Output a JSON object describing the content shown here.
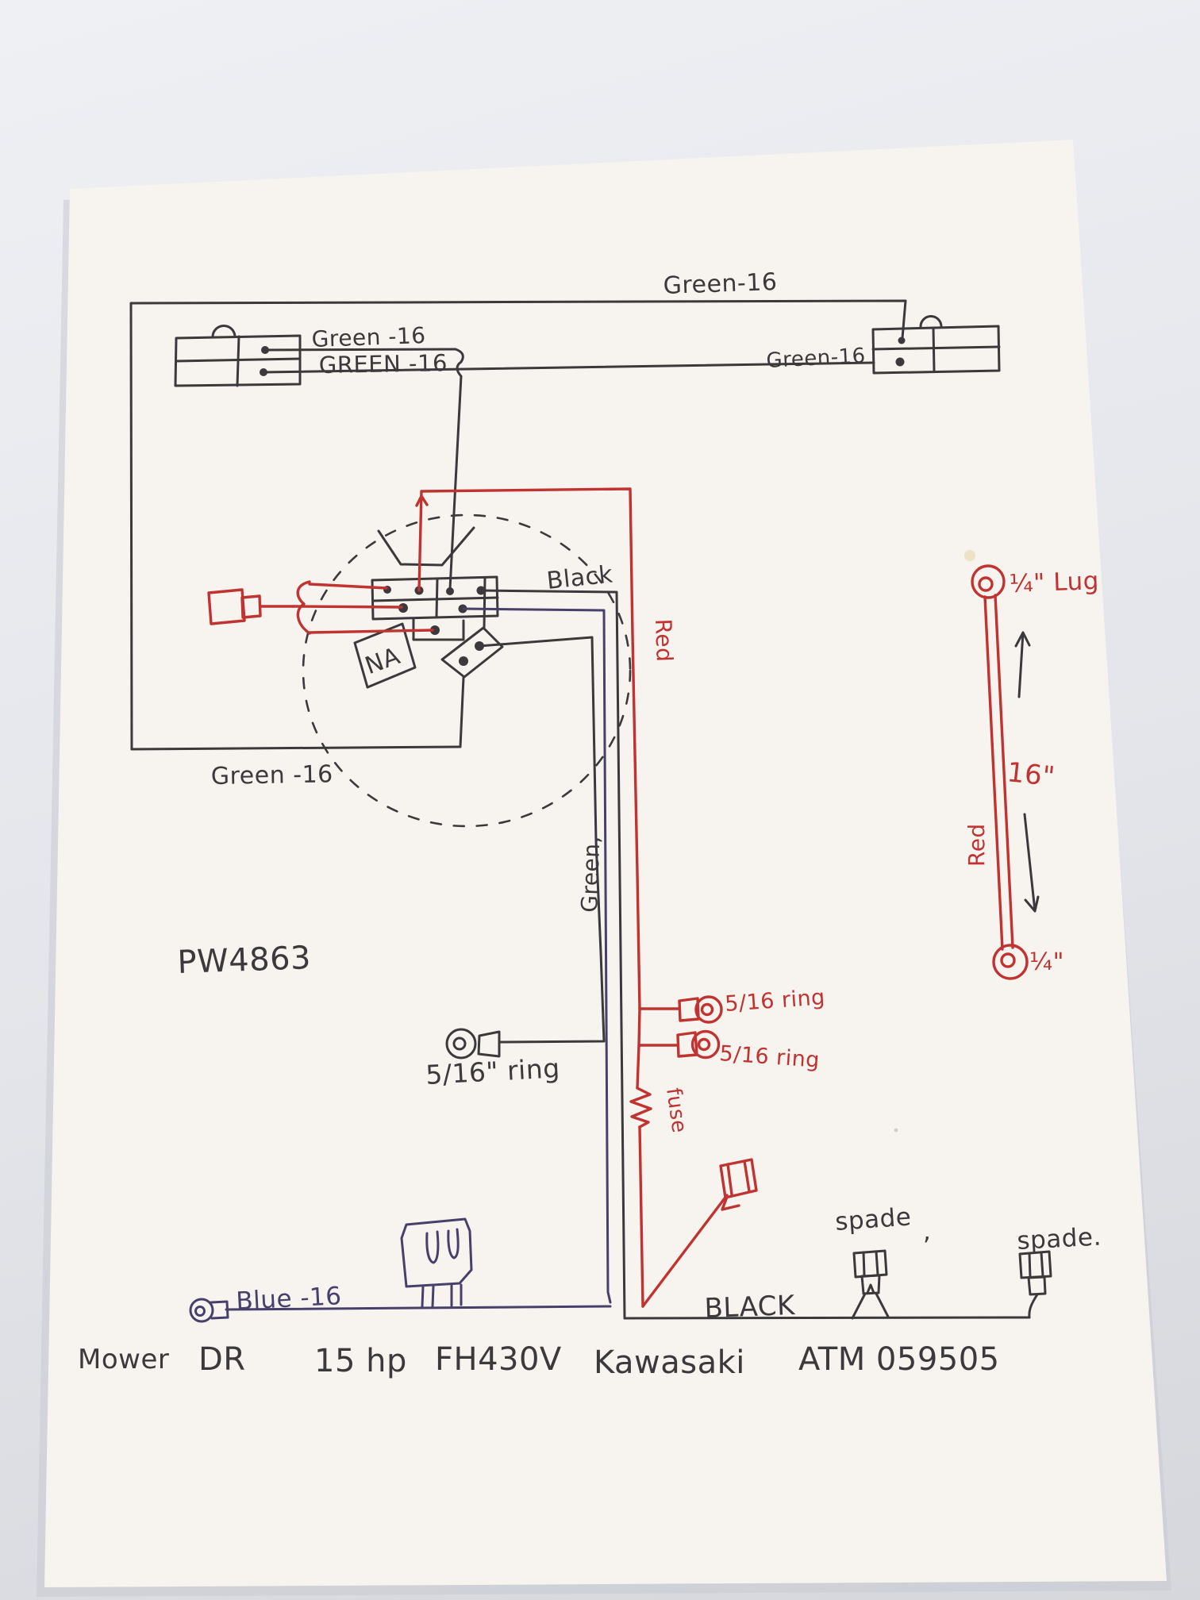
{
  "colors": {
    "bg_top": "#eef0f4",
    "bg_bottom": "#d5d7dc",
    "paper": "#f7f4ef",
    "ink_black": "#3b393b",
    "ink_red": "#c03331",
    "ink_blue": "#46406a"
  },
  "labels": {
    "wire_green_top_left": "Green -16",
    "wire_green_caps": "GREEN -16",
    "wire_green_top": "Green-16",
    "wire_green_right": "Green-16",
    "wire_green_bottom_left": "Green -16",
    "wire_black": "Black",
    "wire_red_vertical": "Red",
    "wire_green_vertical": "Green,",
    "ring_red_1": "5/16 ring",
    "ring_red_2": "5/16 ring",
    "ring_black": "5/16\" ring",
    "fuse": "fuse",
    "lug_top": "¼\" Lug",
    "cable_length": "16\"",
    "cable_color": "Red",
    "lug_bottom": "¼\"",
    "spade_left": "spade",
    "spade_left_comma": ",",
    "spade_right": "spade.",
    "wire_black_caps": "BLACK",
    "wire_blue": "Blue -16",
    "switch_na": "NA",
    "part_number": "PW4863"
  },
  "footer": {
    "items": [
      "Mower",
      "DR",
      "15 hp",
      "FH430V",
      "Kawasaki",
      "ATM 059505"
    ]
  }
}
